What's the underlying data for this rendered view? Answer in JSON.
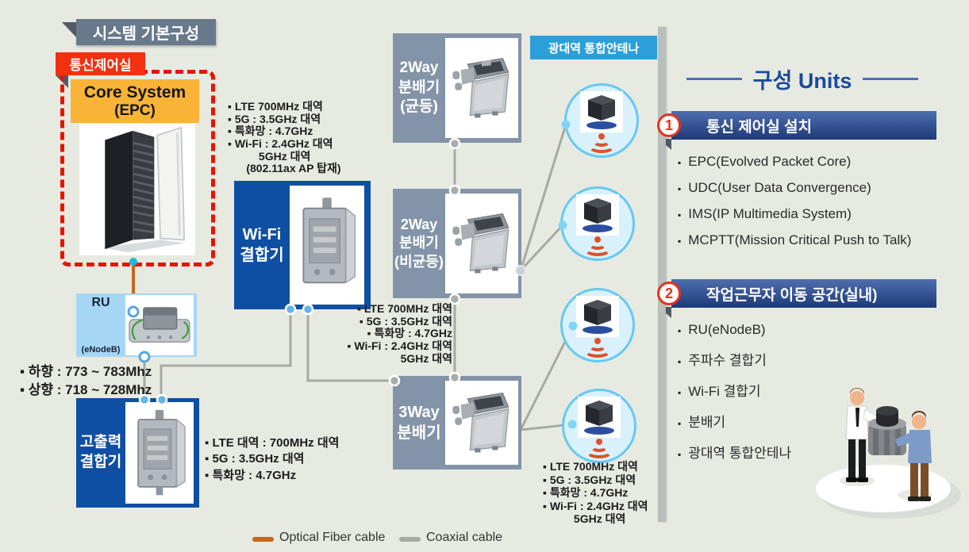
{
  "ui": {
    "bullet": "▪"
  },
  "header": {
    "title": "시스템 기본구성"
  },
  "control_room": {
    "tag": "통신제어실",
    "core_title": "Core System",
    "core_sub": "(EPC)"
  },
  "nodes": {
    "ru_title": "RU",
    "ru_sub": "(eNodeB)",
    "high_power_label": "고출력\n결합기",
    "wifi_label": "Wi-Fi\n결합기",
    "splitter_2way_equal": "2Way\n분배기\n(균등)",
    "splitter_2way_unequal": "2Way\n분배기\n(비균등)",
    "splitter_3way": "3Way\n분배기",
    "antenna_tag": "광대역 통합안테나"
  },
  "notes": {
    "wifi": "▪ LTE 700MHz 대역\n▪ 5G : 3.5GHz 대역\n▪ 특화망 : 4.7GHz\n▪ Wi-Fi : 2.4GHz 대역\n          5GHz 대역\n      (802.11ax AP 탑재)",
    "ru": "▪ 하향 : 773 ~ 783Mhz\n▪ 상향 : 718 ~ 728Mhz",
    "high_power": "▪ LTE 대역 : 700MHz 대역\n▪ 5G : 3.5GHz 대역\n▪ 특화망 : 4.7GHz",
    "splitter2": "▪ LTE 700MHz 대역\n▪ 5G : 3.5GHz 대역\n▪ 특화망 : 4.7GHz\n▪ Wi-Fi : 2.4GHz 대역\n5GHz 대역",
    "splitter3": "▪ LTE 700MHz 대역\n▪ 5G : 3.5GHz 대역\n▪ 특화망 : 4.7GHz\n▪ Wi-Fi : 2.4GHz 대역\n          5GHz 대역"
  },
  "units": {
    "title": "구성 Units",
    "section1": {
      "num": "1",
      "title": "통신 제어실 설치",
      "items": [
        "EPC(Evolved Packet Core)",
        "UDC(User Data Convergence)",
        "IMS(IP Multimedia System)",
        "MCPTT(Mission Critical Push to Talk)"
      ]
    },
    "section2": {
      "num": "2",
      "title": "작업근무자 이동 공간(실내)",
      "items": [
        "RU(eNodeB)",
        "주파수 결합기",
        "Wi-Fi 결합기",
        "분배기",
        "광대역 통합안테나"
      ]
    }
  },
  "legend": {
    "optical_label": "Optical Fiber cable",
    "coaxial_label": "Coaxial cable"
  },
  "colors": {
    "optical_cable": "#c6661c",
    "coaxial_cable": "#a7aaa3",
    "deep_blue_box": "#0f4fa3",
    "gray_box": "#8494a8",
    "antenna_label_blue": "#2b9fd9",
    "section_bar_navy": "#1e3a78",
    "badge_red": "#e8301e",
    "core_header_orange": "#f9b437",
    "control_tag_red": "#f3300f"
  }
}
